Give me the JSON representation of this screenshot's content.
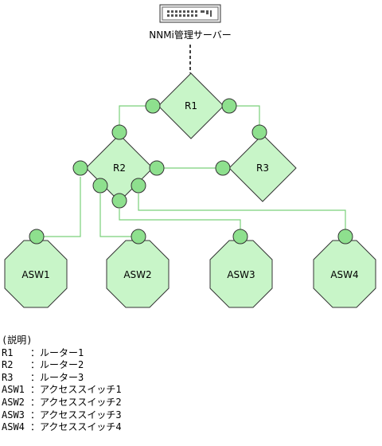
{
  "colors": {
    "node_fill": "#c8f5c8",
    "node_stroke": "#333333",
    "link_line": "#7ad07a",
    "port_fill": "#8ee08e",
    "mgmt_line": "#000000"
  },
  "server": {
    "label": "NNMi管理サーバー",
    "icon": "server-icon"
  },
  "nodes": {
    "r1": "R1",
    "r2": "R2",
    "r3": "R3",
    "asw1": "ASW1",
    "asw2": "ASW2",
    "asw3": "ASW3",
    "asw4": "ASW4"
  },
  "legend": {
    "title": "(説明)",
    "items": [
      {
        "code": "R1",
        "sep": "：",
        "desc": "ルーター1"
      },
      {
        "code": "R2",
        "sep": "：",
        "desc": "ルーター2"
      },
      {
        "code": "R3",
        "sep": "：",
        "desc": "ルーター3"
      },
      {
        "code": "ASW1",
        "sep": "：",
        "desc": "アクセススイッチ1"
      },
      {
        "code": "ASW2",
        "sep": "：",
        "desc": "アクセススイッチ2"
      },
      {
        "code": "ASW3",
        "sep": "：",
        "desc": "アクセススイッチ3"
      },
      {
        "code": "ASW4",
        "sep": "：",
        "desc": "アクセススイッチ4"
      }
    ]
  }
}
